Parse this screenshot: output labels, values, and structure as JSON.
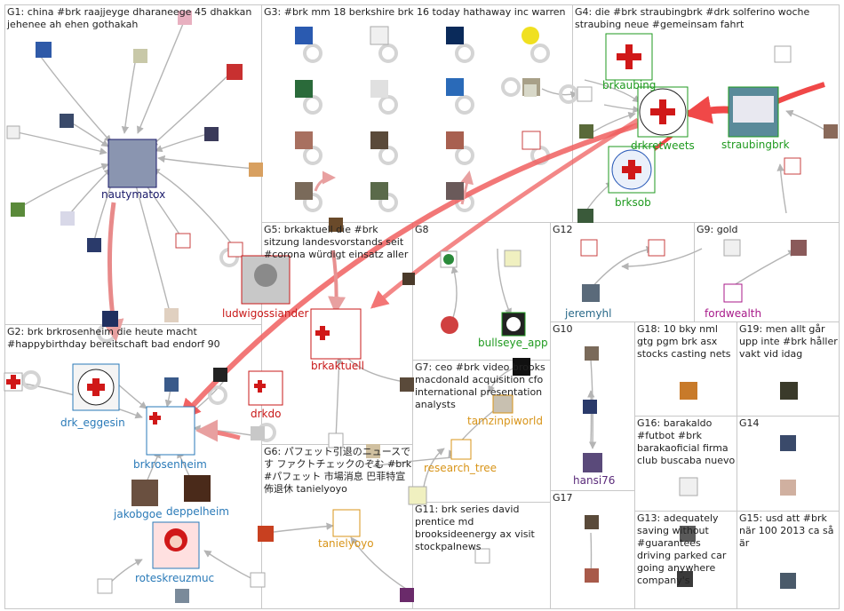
{
  "panels": [
    {
      "id": "G1",
      "text": "G1: china #brk raajjeyge dharaneege 45 dhakkan jehenee ah ehen gothakah"
    },
    {
      "id": "G2",
      "text": "G2: brk brkrosenheim die heute macht #happybirthday bereitschaft bad endorf 90"
    },
    {
      "id": "G3",
      "text": "G3: #brk mm 18 berkshire brk 16 today hathaway inc warren"
    },
    {
      "id": "G4",
      "text": "G4: die #brk straubingbrk #drk solferino woche straubing neue #gemeinsam fahrt"
    },
    {
      "id": "G5",
      "text": "G5: brkaktuell die #brk sitzung landesvorstands seit #corona würdigt einsatz aller"
    },
    {
      "id": "G6",
      "text": "G6: パフェット引退のニュースです ファクトチェックのぞむ #brk #パフェット 市場消息 巴菲特宣佈退休 tanielyoyo"
    },
    {
      "id": "G7",
      "text": "G7: ceo #brk video brooks macdonald acquisition cfo international presentation analysts"
    },
    {
      "id": "G8",
      "text": "G8"
    },
    {
      "id": "G9",
      "text": "G9: gold"
    },
    {
      "id": "G10",
      "text": "G10"
    },
    {
      "id": "G11",
      "text": "G11: brk series david prentice md brooksideenergy ax visit stockpalnews"
    },
    {
      "id": "G12",
      "text": "G12"
    },
    {
      "id": "G13",
      "text": "G13: adequately saving without #guarantees driving parked car going anywhere company's"
    },
    {
      "id": "G14",
      "text": "G14"
    },
    {
      "id": "G15",
      "text": "G15: usd att #brk när 100 2013 ca så är"
    },
    {
      "id": "G16",
      "text": "G16: barakaldo #futbot #brk barakaoficial firma club buscaba nuevo"
    },
    {
      "id": "G17",
      "text": "G17"
    },
    {
      "id": "G18",
      "text": "G18: 10 bky nml gtg pgm brk asx stocks casting nets"
    },
    {
      "id": "G19",
      "text": "G19: men allt går upp inte #brk håller vakt vid idag"
    }
  ],
  "labels": {
    "nautymatox": "nautymatox",
    "drk_eggesin": "drk_eggesin",
    "brkrosenheim": "brkrosenheim",
    "jakobgoe": "jakobgoe",
    "deppelheim": "deppelheim",
    "roteskreuzmuc": "roteskreuzmuc",
    "drkdo": "drkdo",
    "ludwigossiander": "ludwigossiander",
    "brkaktuell": "brkaktuell",
    "tanielyoyo": "tanielyoyo",
    "brkaubing": "brkaubing",
    "drkretweets": "drkretweets",
    "straubingbrk": "straubingbrk",
    "brksob": "brksob",
    "bullseye_app": "bullseye_app",
    "tamzinpiworld": "tamzinpiworld",
    "research_tree": "research_tree",
    "jeremyhl": "jeremyhl",
    "fordwealth": "fordwealth",
    "hansi76": "hansi76"
  },
  "colors": {
    "border": "#c8c8c8",
    "edge_gray": "#b4b4b4",
    "edge_red": "#f04848",
    "label_navy": "#1a1a6a",
    "label_blue": "#2a7ab8",
    "label_red": "#c81818",
    "label_green": "#1f9a1f",
    "label_orange": "#d89418",
    "label_purple": "#a81a8a",
    "label_teal": "#2a6a8a"
  }
}
